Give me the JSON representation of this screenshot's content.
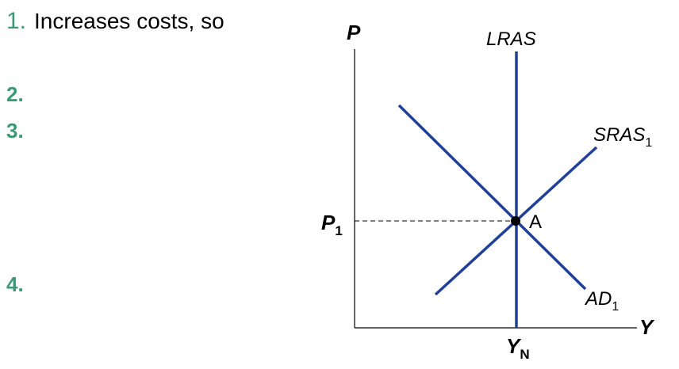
{
  "list": {
    "items": [
      {
        "number": "1.",
        "text": "Increases costs, so"
      },
      {
        "number": "2.",
        "text": ""
      },
      {
        "number": "3.",
        "text": ""
      },
      {
        "number": "4.",
        "text": ""
      }
    ]
  },
  "diagram": {
    "y_axis_label": "P",
    "x_axis_label": "Y",
    "lras_label": "LRAS",
    "sras_label": {
      "base": "SRAS",
      "sub": "1"
    },
    "ad_label": {
      "base": "AD",
      "sub": "1"
    },
    "price_label": {
      "base": "P",
      "sub": "1"
    },
    "output_label": {
      "base": "Y",
      "sub": "N"
    },
    "point_label": "A",
    "colors": {
      "curve": "#1f3f99",
      "accent": "#3a9a73",
      "axis": "#000000"
    }
  }
}
